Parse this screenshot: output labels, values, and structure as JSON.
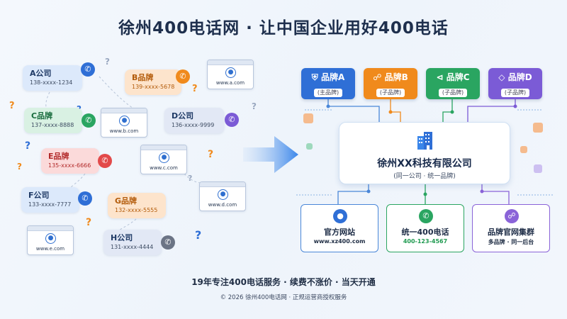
{
  "title": "徐州400电话网 · 让中国企业用好400电话",
  "left_cards": [
    {
      "name": "A公司",
      "num": "138-xxxx-1234"
    },
    {
      "name": "B品牌",
      "num": "139-xxxx-5678"
    },
    {
      "name": "C品牌",
      "num": "137-xxxx-8888"
    },
    {
      "name": "D公司",
      "num": "136-xxxx-9999"
    },
    {
      "name": "E品牌",
      "num": "135-xxxx-6666"
    },
    {
      "name": "F公司",
      "num": "133-xxxx-7777"
    },
    {
      "name": "G品牌",
      "num": "132-xxxx-5555"
    },
    {
      "name": "H公司",
      "num": "131-xxxx-4444"
    }
  ],
  "left_sites": [
    {
      "url": "www.a.com"
    },
    {
      "url": "www.b.com"
    },
    {
      "url": "www.c.com"
    },
    {
      "url": "www.d.com"
    },
    {
      "url": "www.e.com"
    }
  ],
  "question_mark": "?",
  "icons": {
    "phone": "phone-icon",
    "globe": "globe-icon",
    "arrow": "arrow-right-icon"
  },
  "brands": [
    {
      "name": "品牌A",
      "sub": "(主品牌)",
      "color": "#2f6fd6",
      "icon": "shield-icon"
    },
    {
      "name": "品牌B",
      "sub": "(子品牌)",
      "color": "#f08a1c",
      "icon": "link-icon"
    },
    {
      "name": "品牌C",
      "sub": "(子品牌)",
      "color": "#2aa561",
      "icon": "share-icon"
    },
    {
      "name": "品牌D",
      "sub": "(子品牌)",
      "color": "#7b5bd6",
      "icon": "diamond-icon"
    }
  ],
  "company": {
    "name": "徐州XX科技有限公司",
    "sub": "(同一公司 · 统一品牌)"
  },
  "outputs": [
    {
      "title": "官方网站",
      "sub": "www.xz400.com",
      "color": "#2f6fd6",
      "sub_color": "#1f2d44",
      "icon": "globe-icon"
    },
    {
      "title": "统一400电话",
      "sub": "400-123-4567",
      "color": "#2aa561",
      "sub_color": "#1f9a50",
      "icon": "phone-icon"
    },
    {
      "title": "品牌官网集群",
      "sub": "多品牌 · 同一后台",
      "color": "#8a63d8",
      "sub_color": "#1f2d44",
      "icon": "link-icon"
    }
  ],
  "footer": {
    "line1": "19年专注400电话服务 · 续费不涨价 · 当天开通",
    "line2": "© 2026 徐州400电话网 · 正规运营商授权服务"
  }
}
